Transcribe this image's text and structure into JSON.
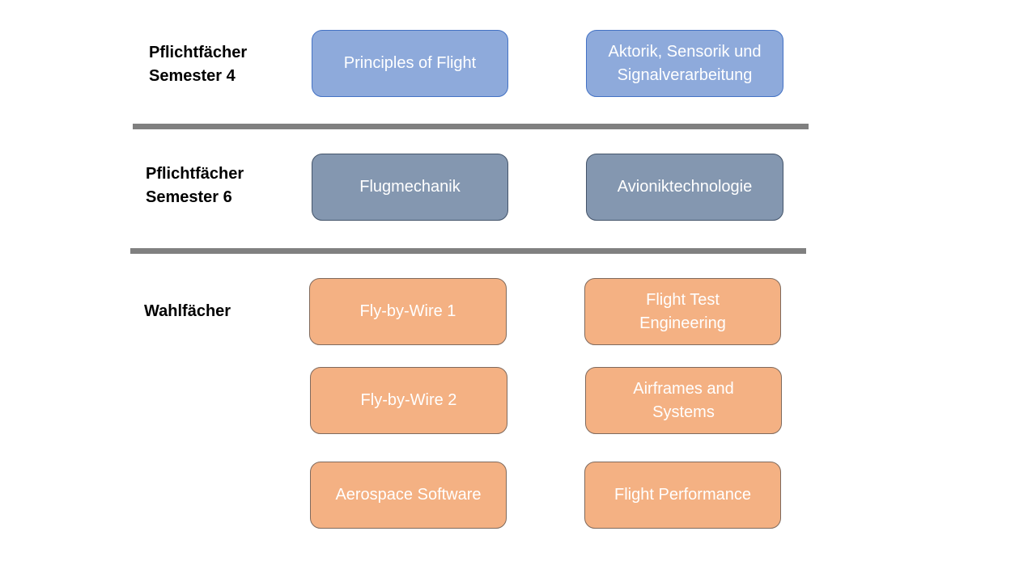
{
  "rows": [
    {
      "label": "Pflichtfächer\nSemester 4",
      "boxes": [
        "Principles of Flight",
        "Aktorik, Sensorik und\nSignalverarbeitung"
      ]
    },
    {
      "label": "Pflichtfächer\nSemester 6",
      "boxes": [
        "Flugmechanik",
        "Avioniktechnologie"
      ]
    },
    {
      "label": "Wahlfächer",
      "boxes": [
        "Fly-by-Wire 1",
        "Flight Test\nEngineering",
        "Fly-by-Wire 2",
        "Airframes and\nSystems",
        "Aerospace Software",
        "Flight Performance"
      ]
    }
  ],
  "colors": {
    "semester4_fill": "#8eaadb",
    "semester6_fill": "#8497b0",
    "elective_fill": "#f4b183",
    "divider": "#808080"
  }
}
